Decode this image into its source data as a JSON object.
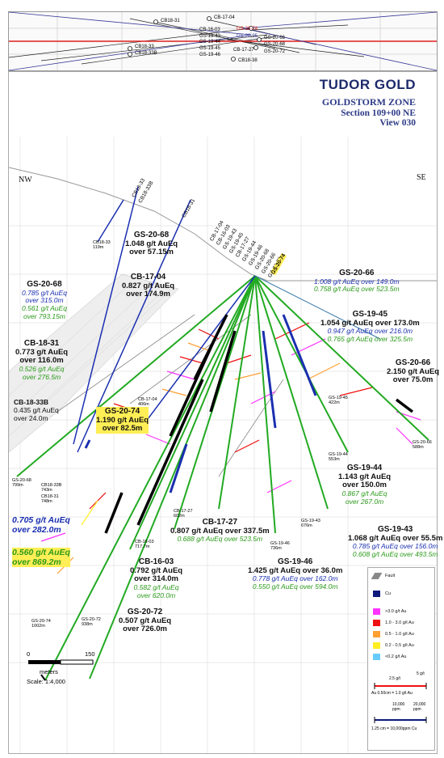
{
  "brand": {
    "logo": "TUDOR GOLD",
    "zone": "GOLDSTORM ZONE",
    "section": "Section 109+00 NE",
    "view": "View 030"
  },
  "directions": {
    "left": "NW",
    "right": "SE"
  },
  "plan_view": {
    "labels": [
      "CB18-31",
      "CB-17-04",
      "CB-16-03",
      "GS-20-74",
      "GS-19-43",
      "GS-20-95",
      "GS-19-44",
      "GS-20-66",
      "CB18-33",
      "CB18-33B",
      "GS-19-45",
      "GS-20-68",
      "GS-19-46",
      "CB-17-27",
      "GS-20-72",
      "CB18-38"
    ]
  },
  "collars": {
    "CB18-33": "CB18-33",
    "CB18-33B": "CB18-33B",
    "CB18-31": "CB18-31",
    "CB-17-04": "CB-17-04",
    "CB-16-03": "CB-16-03",
    "GS-19-43": "GS-19-43",
    "GS-19-45": "GS-19-45",
    "CB-17-27": "CB-17-27",
    "GS-19-44": "GS-19-44",
    "GS-19-46": "GS-19-46",
    "GS-20-68": "GS-20-68",
    "GS-20-66": "GS-20-66",
    "GS-20-72": "GS-20-72",
    "GS-20-74": "GS-20-74"
  },
  "hole_ends": {
    "cb1833": {
      "id": "CB18-33",
      "depth": "119m"
    },
    "cb1704": {
      "id": "CB-17-04",
      "depth": "406m"
    },
    "gs1945": {
      "id": "GS-19-45",
      "depth": "422m"
    },
    "gs2066": {
      "id": "GS-20-66",
      "depth": "588m"
    },
    "gs1944": {
      "id": "GS-19-44",
      "depth": "553m"
    },
    "gs2068": {
      "id": "GS-20-68",
      "depth": "799m"
    },
    "cb1833b": {
      "id": "CB18-33B",
      "depth": "743m"
    },
    "cb1831": {
      "id": "CB18-31",
      "depth": "748m"
    },
    "cb1727": {
      "id": "CB-17-27",
      "depth": "602m"
    },
    "gs1943": {
      "id": "GS-19-43",
      "depth": "676m"
    },
    "gs1946": {
      "id": "GS-19-46",
      "depth": "736m"
    },
    "cb1603": {
      "id": "CB-16-03",
      "depth": "717.7m"
    },
    "gs2074": {
      "id": "GS-20-74",
      "depth": "1002m"
    },
    "gs2072": {
      "id": "GS-20-72",
      "depth": "938m"
    }
  },
  "intercepts": {
    "gs2068_top": {
      "hole": "GS-20-68",
      "l1": "1.048 g/t AuEq",
      "l2": "over 57.15m"
    },
    "cb1704": {
      "hole": "CB-17-04",
      "l1": "0.827 g/t AuEq",
      "l2": "over 174.9m"
    },
    "gs2068_left": {
      "hole": "GS-20-68",
      "l1": "0.785 g/t AuEq",
      "l2": "over 315.0m",
      "l3": "0.561 g/t AuEq",
      "l4": "over 793.15m"
    },
    "cb1831": {
      "hole": "CB-18-31",
      "l1": "0.773 g/t AuEq",
      "l2": "over 116.0m",
      "l3": "0.526 g/t AuEq",
      "l4": "over 276.5m"
    },
    "cb1833b": {
      "hole": "CB-18-33B",
      "l1": "0.435 g/t AuEq",
      "l2": "over 24.0m"
    },
    "gs2074": {
      "hole": "GS-20-74",
      "l1": "1.190 g/t AuEq",
      "l2": "over 82.5m"
    },
    "gs2066_top": {
      "hole": "GS-20-66",
      "l1": "1.008 g/t AuEq over 149.0m",
      "l2": "0.758 g/t AuEq over 523.5m"
    },
    "gs1945": {
      "hole": "GS-19-45",
      "l1": "1.054 g/t AuEq over 173.0m",
      "l2": "0.947 g/t AuEq over 216.0m",
      "l3": "0.765 g/t AuEq over 325.5m"
    },
    "gs2066_right": {
      "hole": "GS-20-66",
      "l1": "2.150 g/t AuEq",
      "l2": "over 75.0m"
    },
    "gs1944": {
      "hole": "GS-19-44",
      "l1": "1.143 g/t AuEq",
      "l2": "over 150.0m",
      "l3": "0.867 g/t AuEq",
      "l4": "over 267.0m"
    },
    "gs1943": {
      "hole": "GS-19-43",
      "l1": "1.068 g/t AuEq over 55.5m",
      "l2": "0.785 g/t AuEq over 156.0m",
      "l3": "0.608 g/t AuEq over 493.5m"
    },
    "cb1727": {
      "hole": "CB-17-27",
      "l1": "0.807 g/t AuEq over 337.5m",
      "l2": "0.688 g/t AuEq over 523.5m"
    },
    "gs1946": {
      "hole": "GS-19-46",
      "l1": "1.425 g/t AuEq over 36.0m",
      "l2": "0.778 g/t AuEq over 162.0m",
      "l3": "0.550 g/t AuEq over 594.0m"
    },
    "cb1603": {
      "hole": "CB-16-03",
      "l1": "0.792 g/t AuEq",
      "l2": "over 314.0m",
      "l3": "0.582 g/t AuEq",
      "l4": "over 620.0m"
    },
    "gs2072": {
      "hole": "GS-20-72",
      "l1": "0.507 g/t AuEq",
      "l2": "over 726.0m"
    },
    "gs2074_left": {
      "l1": "0.705 g/t AuEq",
      "l2": "over 282.0m",
      "l3": "0.560 g/t AuEq",
      "l4": "over 869.2m"
    }
  },
  "legend": {
    "fault": "Fault",
    "cu": "Cu",
    "g1": ">3.0 g/t Au",
    "g2": "1.0 - 3.0 g/t Au",
    "g3": "0.5 - 1.0 g/t Au",
    "g4": "0.2 - 0.5 g/t Au",
    "g5": "<0.2 g/t Au",
    "au_scale": "2.5 g/t",
    "au_max": "5 g/t",
    "au_note": "Au 0.50cm = 1.0 g/t Au",
    "cu_a": "10,000 ppm",
    "cu_b": "20,000 ppm",
    "cu_note": "1.25 cm = 10,000ppm Cu",
    "colors": {
      "cu": "#0d1a7a",
      "g1": "#ff33ff",
      "g2": "#ee1111",
      "g3": "#ffa033",
      "g4": "#ffee22",
      "g5": "#66ccff"
    }
  },
  "scale_bar": {
    "zero": "0",
    "max": "150",
    "units": "meters",
    "ratio": "Scale: 1:4,000"
  }
}
